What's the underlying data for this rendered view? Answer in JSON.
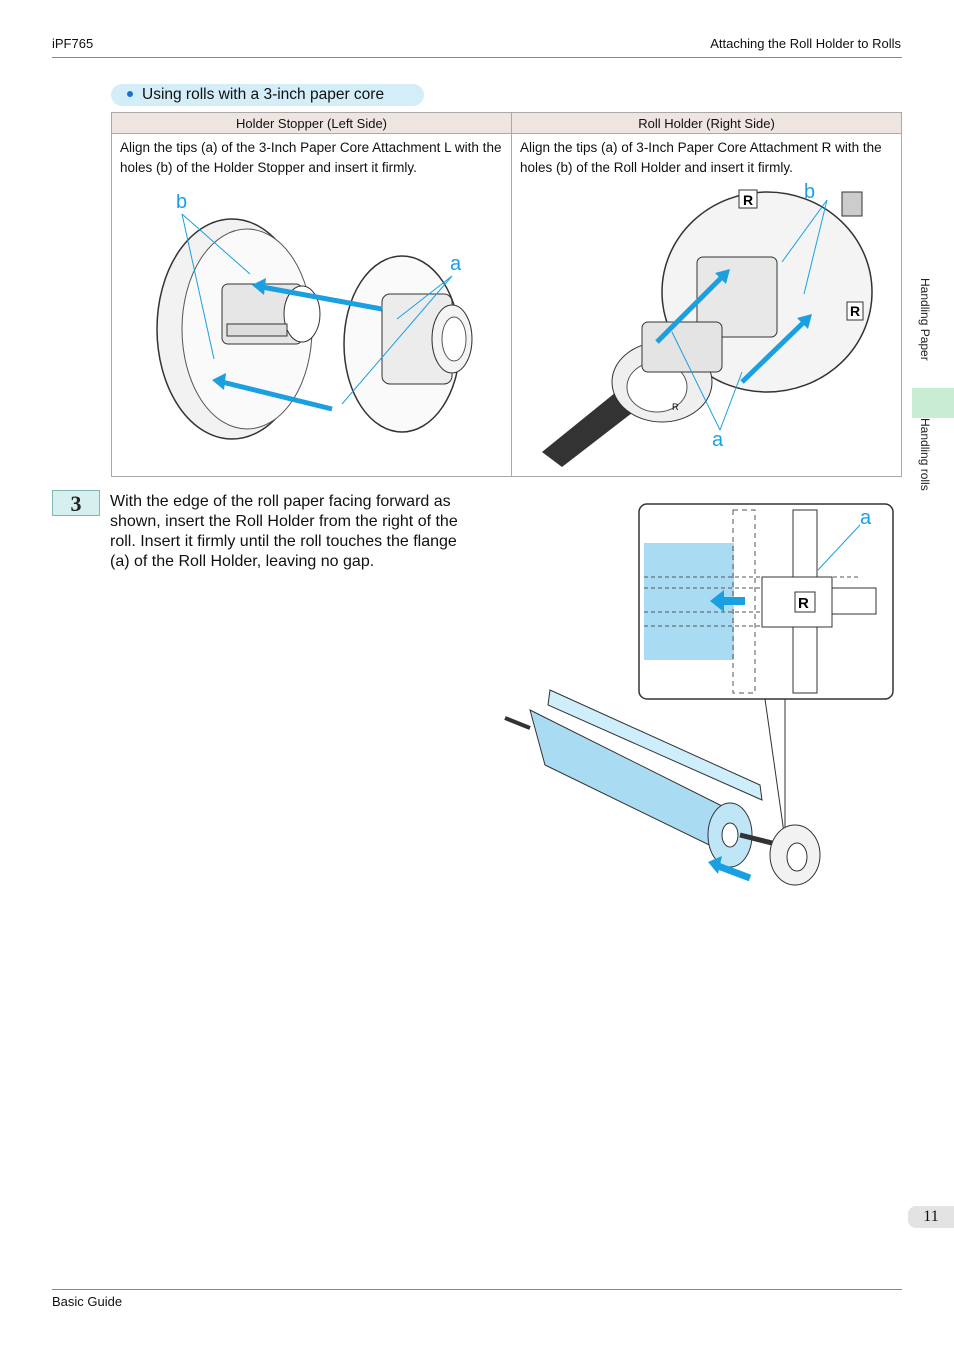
{
  "header": {
    "left": "iPF765",
    "right": "Attaching the Roll Holder to Rolls"
  },
  "section": {
    "title": "Using rolls with a 3-inch paper core"
  },
  "table": {
    "headers": [
      "Holder Stopper (Left Side)",
      "Roll Holder (Right Side)"
    ],
    "cells": [
      "Align the tips (a) of the 3-Inch Paper Core Attachment L with the holes (b) of the Holder Stopper and insert it firmly.",
      "Align the tips (a) of 3-Inch Paper Core Attachment R with the holes (b) of the Roll Holder and insert it firmly."
    ],
    "left_fig_labels": {
      "b": "b",
      "a": "a"
    },
    "right_fig_labels": {
      "b": "b",
      "a": "a",
      "r1": "R",
      "r2": "R",
      "r3": "R"
    }
  },
  "step": {
    "number": "3",
    "text": "With the edge of the roll paper facing forward as shown, insert the Roll Holder from the right of the roll. Insert it firmly until the roll touches the flange (a) of the Roll Holder, leaving no gap.",
    "fig_labels": {
      "a": "a",
      "r": "R"
    }
  },
  "side_tabs": {
    "tab1": "Handling Paper",
    "tab2": "Handling rolls"
  },
  "page_number": "11",
  "footer": {
    "left": "Basic Guide"
  },
  "colors": {
    "accent_blue": "#1aa0e0",
    "paper_blue": "#a9dcf3",
    "tab_green": "#c8ecd4"
  }
}
